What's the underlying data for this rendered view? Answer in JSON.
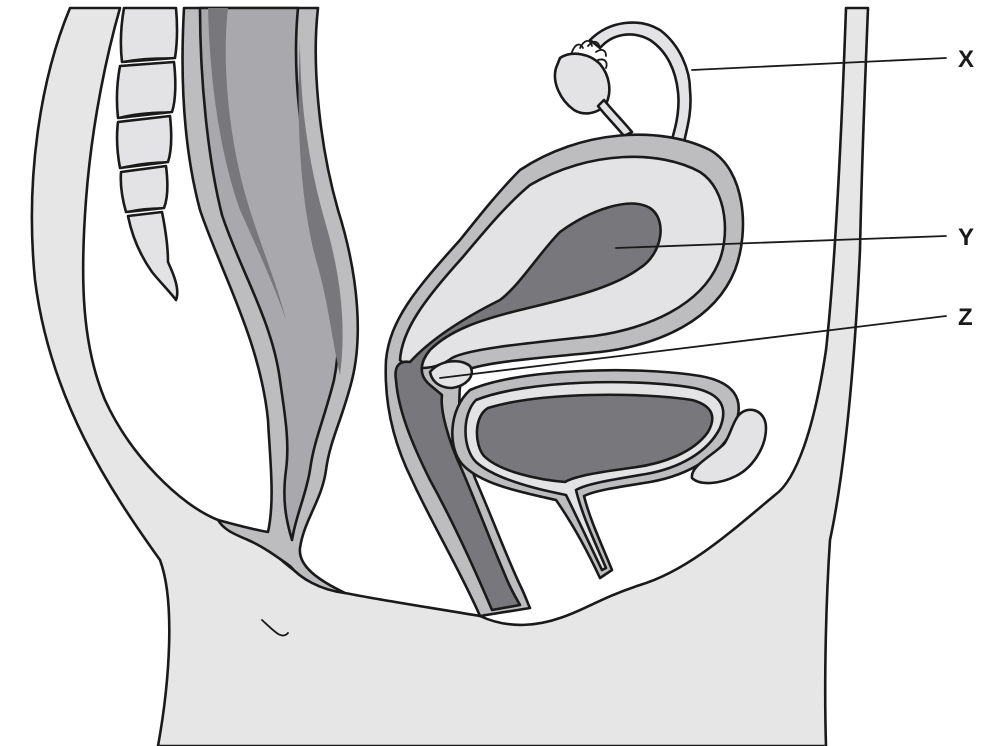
{
  "labels": {
    "x": "X",
    "y": "Y",
    "z": "Z"
  },
  "colors": {
    "background": "#ffffff",
    "body_tissue": "#e6e6e7",
    "organ_wall": "#bdbdc0",
    "cavity": "#78787c",
    "lumen": "#a9a9ad",
    "bone": "#e3e3e5",
    "outline": "#1a1a1a"
  }
}
